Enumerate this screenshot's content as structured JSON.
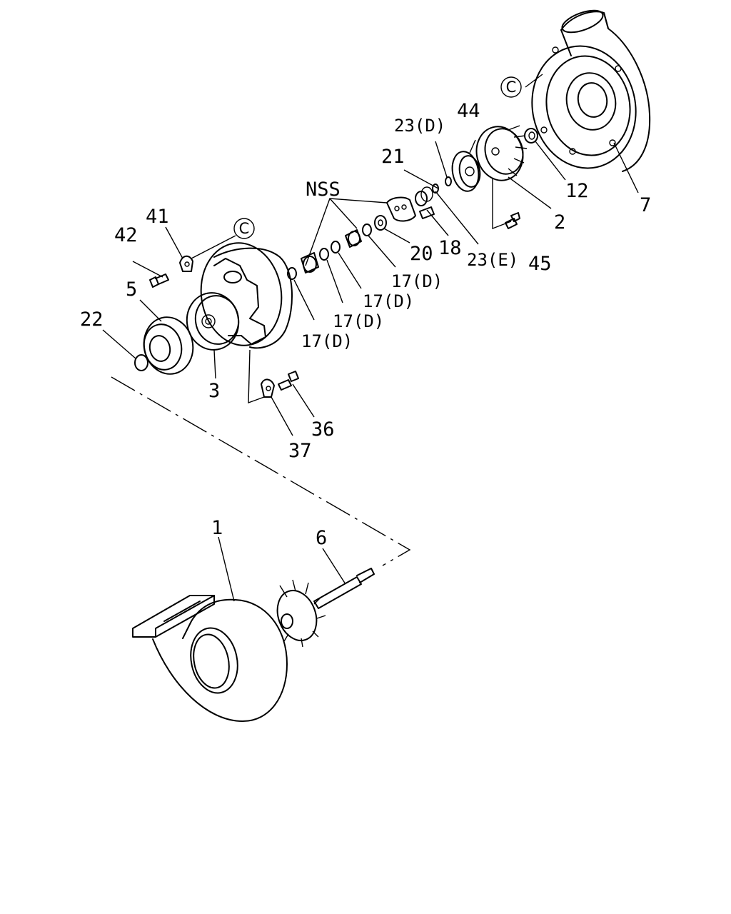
{
  "labels": {
    "p1": "1",
    "p2": "2",
    "p3": "3",
    "p5": "5",
    "p6": "6",
    "p7": "7",
    "p12": "12",
    "p17a": "17(D)",
    "p17b": "17(D)",
    "p17c": "17(D)",
    "p17d": "17(D)",
    "p18": "18",
    "p20": "20",
    "p21": "21",
    "p22": "22",
    "p23d": "23(D)",
    "p23e": "23(E)",
    "p36": "36",
    "p37": "37",
    "p41": "41",
    "p42": "42",
    "p44": "44",
    "p45": "45",
    "nss": "NSS"
  },
  "refs": {
    "c_top": "C",
    "c_mid": "C"
  }
}
